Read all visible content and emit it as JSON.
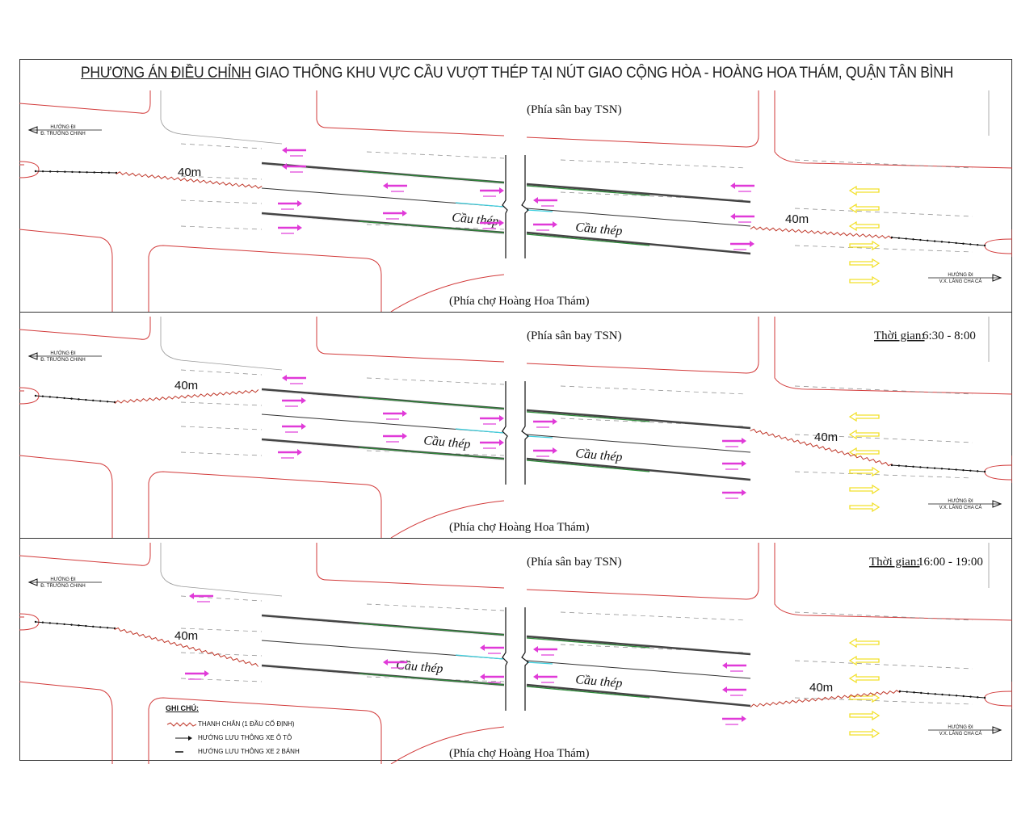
{
  "title": {
    "underlined": "PHƯƠNG ÁN ĐIỀU CHỈNH",
    "rest": " GIAO THÔNG KHU VỰC CẦU VƯỢT THÉP TẠI NÚT GIAO CỘNG HÒA - HOÀNG HOA THÁM, QUẬN TÂN BÌNH"
  },
  "labels": {
    "north": "(Phía sân bay TSN)",
    "south": "(Phía chợ Hoàng Hoa Thám)",
    "bridge": "Cầu thép",
    "distance": "40m",
    "west_dir_top": "HƯỚNG ĐI",
    "west_dir_bottom": "Đ. TRƯỜNG CHINH",
    "east_dir_top": "HƯỚNG ĐI",
    "east_dir_bottom": "V.X. LĂNG CHA CẢ"
  },
  "panels": [
    {
      "time_label": "",
      "time_value": ""
    },
    {
      "time_label": "Thời gian:",
      "time_value": " 6:30 - 8:00"
    },
    {
      "time_label": "Thời gian:",
      "time_value": " 16:00 - 19:00"
    }
  ],
  "legend": {
    "heading": "GHI CHÚ:",
    "items": [
      {
        "symbol": "barrier",
        "text": "THANH CHẮN (1 ĐẦU CỐ ĐỊNH)"
      },
      {
        "symbol": "car-flow",
        "text": "HƯỚNG LƯU THÔNG XE Ô TÔ"
      },
      {
        "symbol": "moto-flow",
        "text": "HƯỚNG LƯU THÔNG XE 2 BÁNH"
      }
    ]
  },
  "colors": {
    "curb": "#d23a3a",
    "car_arrow": "#e03ad8",
    "moto_arrow": "#f2e02a",
    "barrier": "#c0392b",
    "median_green": "#2e8b3a",
    "cyan": "#3fd0e0"
  }
}
